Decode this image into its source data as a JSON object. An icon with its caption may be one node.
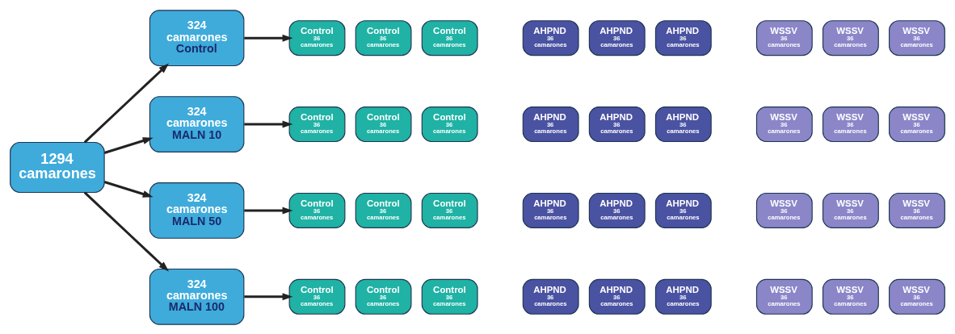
{
  "diagram": {
    "nodes": [
      {
        "text": [
          "1294 camarones"
        ]
      },
      {
        "text": [
          "324 camarones",
          "Control"
        ]
      },
      {
        "text": [
          "Control",
          "36 camarones"
        ]
      },
      {
        "text": [
          "Control",
          "36 camarones"
        ]
      },
      {
        "text": [
          "Control",
          "36 camarones"
        ]
      },
      {
        "text": [
          "AHPND",
          "36 camarones"
        ]
      },
      {
        "text": [
          "AHPND",
          "36 camarones"
        ]
      },
      {
        "text": [
          "AHPND",
          "36 camarones"
        ]
      },
      {
        "text": [
          "WSSV",
          "36 camarones"
        ]
      },
      {
        "text": [
          "WSSV",
          "36 camarones"
        ]
      },
      {
        "text": [
          "WSSV",
          "36 camarones"
        ]
      },
      {
        "text": [
          "324 camarones",
          "MALN 10"
        ]
      },
      {
        "text": [
          "Control",
          "36 camarones"
        ]
      },
      {
        "text": [
          "Control",
          "36 camarones"
        ]
      },
      {
        "text": [
          "Control",
          "36 camarones"
        ]
      },
      {
        "text": [
          "AHPND",
          "36 camarones"
        ]
      },
      {
        "text": [
          "AHPND",
          "36 camarones"
        ]
      },
      {
        "text": [
          "AHPND",
          "36 camarones"
        ]
      },
      {
        "text": [
          "WSSV",
          "36 camarones"
        ]
      },
      {
        "text": [
          "WSSV",
          "36 camarones"
        ]
      },
      {
        "text": [
          "WSSV",
          "36 camarones"
        ]
      },
      {
        "text": [
          "324 camarones",
          "MALN 50"
        ]
      },
      {
        "text": [
          "Control",
          "36 camarones"
        ]
      },
      {
        "text": [
          "Control",
          "36 camarones"
        ]
      },
      {
        "text": [
          "Control",
          "36 camarones"
        ]
      },
      {
        "text": [
          "AHPND",
          "36 camarones"
        ]
      },
      {
        "text": [
          "AHPND",
          "36 camarones"
        ]
      },
      {
        "text": [
          "AHPND",
          "36 camarones"
        ]
      },
      {
        "text": [
          "WSSV",
          "36 camarones"
        ]
      },
      {
        "text": [
          "WSSV",
          "36 camarones"
        ]
      },
      {
        "text": [
          "WSSV",
          "36 camarones"
        ]
      },
      {
        "text": [
          "324 camarones",
          "MALN 100"
        ]
      },
      {
        "text": [
          "Control",
          "36 camarones"
        ]
      },
      {
        "text": [
          "Control",
          "36 camarones"
        ]
      },
      {
        "text": [
          "Control",
          "36 camarones"
        ]
      },
      {
        "text": [
          "AHPND",
          "36 camarones"
        ]
      },
      {
        "text": [
          "AHPND",
          "36 camarones"
        ]
      },
      {
        "text": [
          "AHPND",
          "36 camarones"
        ]
      },
      {
        "text": [
          "WSSV",
          "36 camarones"
        ]
      },
      {
        "text": [
          "WSSV",
          "36 camarones"
        ]
      },
      {
        "text": [
          "WSSV",
          "36 camarones"
        ]
      }
    ],
    "edges": [
      {
        "from": 0,
        "to": 1,
        "arrow": "to"
      },
      {
        "from": 1,
        "to": 2,
        "arrow": "to"
      },
      {
        "from": 0,
        "to": 11,
        "arrow": "to"
      },
      {
        "from": 11,
        "to": 12,
        "arrow": "to"
      },
      {
        "from": 0,
        "to": 21,
        "arrow": "to"
      },
      {
        "from": 21,
        "to": 22,
        "arrow": "to"
      },
      {
        "from": 0,
        "to": 31,
        "arrow": "to"
      },
      {
        "from": 31,
        "to": 32,
        "arrow": "to"
      }
    ]
  }
}
